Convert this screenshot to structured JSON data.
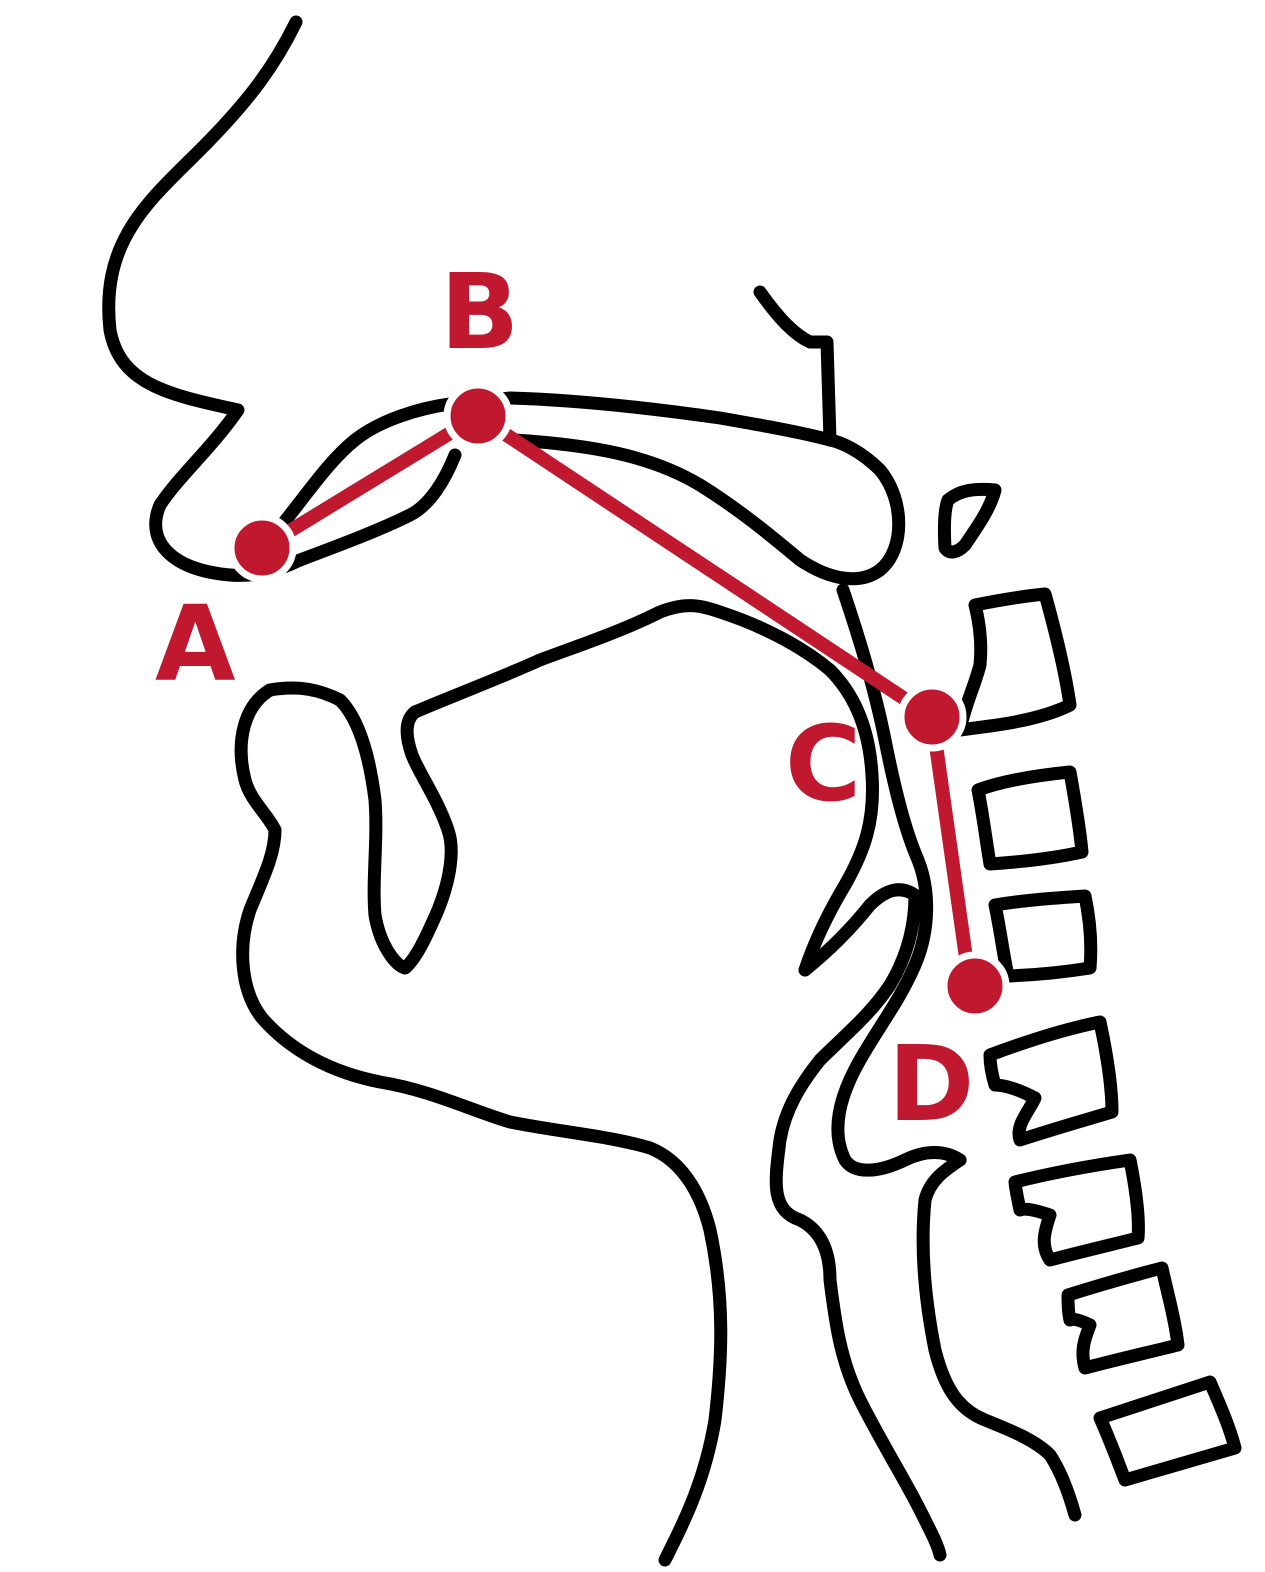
{
  "colors": {
    "outline": "#000000",
    "accent": "#c0192f",
    "point_outline": "#ffffff"
  },
  "points": {
    "a": {
      "label": "A"
    },
    "b": {
      "label": "B"
    },
    "c": {
      "label": "C"
    },
    "d": {
      "label": "D"
    }
  }
}
